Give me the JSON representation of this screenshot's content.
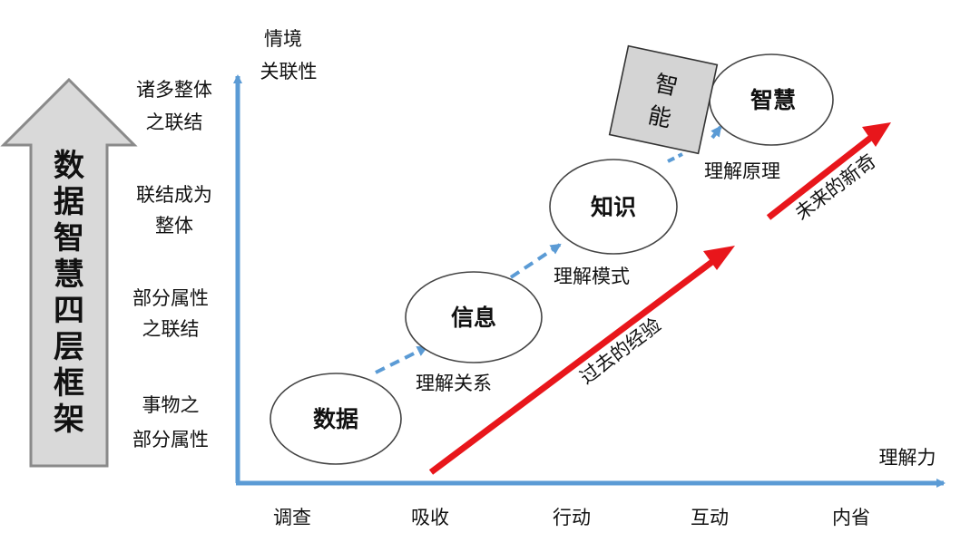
{
  "framework_title": [
    "数",
    "据",
    "智",
    "慧",
    "四",
    "层",
    "框",
    "架"
  ],
  "y_axis": {
    "label_line1": "情境",
    "label_line2": "关联性",
    "levels": [
      {
        "line1": "诸多整体",
        "line2": "之联结"
      },
      {
        "line1": "联结成为",
        "line2": "整体"
      },
      {
        "line1": "部分属性",
        "line2": "之联结"
      },
      {
        "line1": "事物之",
        "line2": "部分属性"
      }
    ]
  },
  "x_axis": {
    "label": "理解力",
    "ticks": [
      "调查",
      "吸收",
      "行动",
      "互动",
      "内省"
    ]
  },
  "nodes": {
    "data": "数据",
    "information": "信息",
    "knowledge": "知识",
    "wisdom": "智慧",
    "intelligence": [
      "智",
      "能"
    ]
  },
  "transitions": {
    "relation": "理解关系",
    "pattern": "理解模式",
    "principle": "理解原理"
  },
  "arrows": {
    "past": "过去的经验",
    "future": "未来的新奇"
  },
  "colors": {
    "axis": "#5b9bd5",
    "arrow_red": "#e8161b",
    "dashed": "#5b9bd5",
    "big_arrow_fill": "#d9d9d9",
    "big_arrow_stroke": "#8a8a8a",
    "box_fill": "#d4d4d4"
  }
}
